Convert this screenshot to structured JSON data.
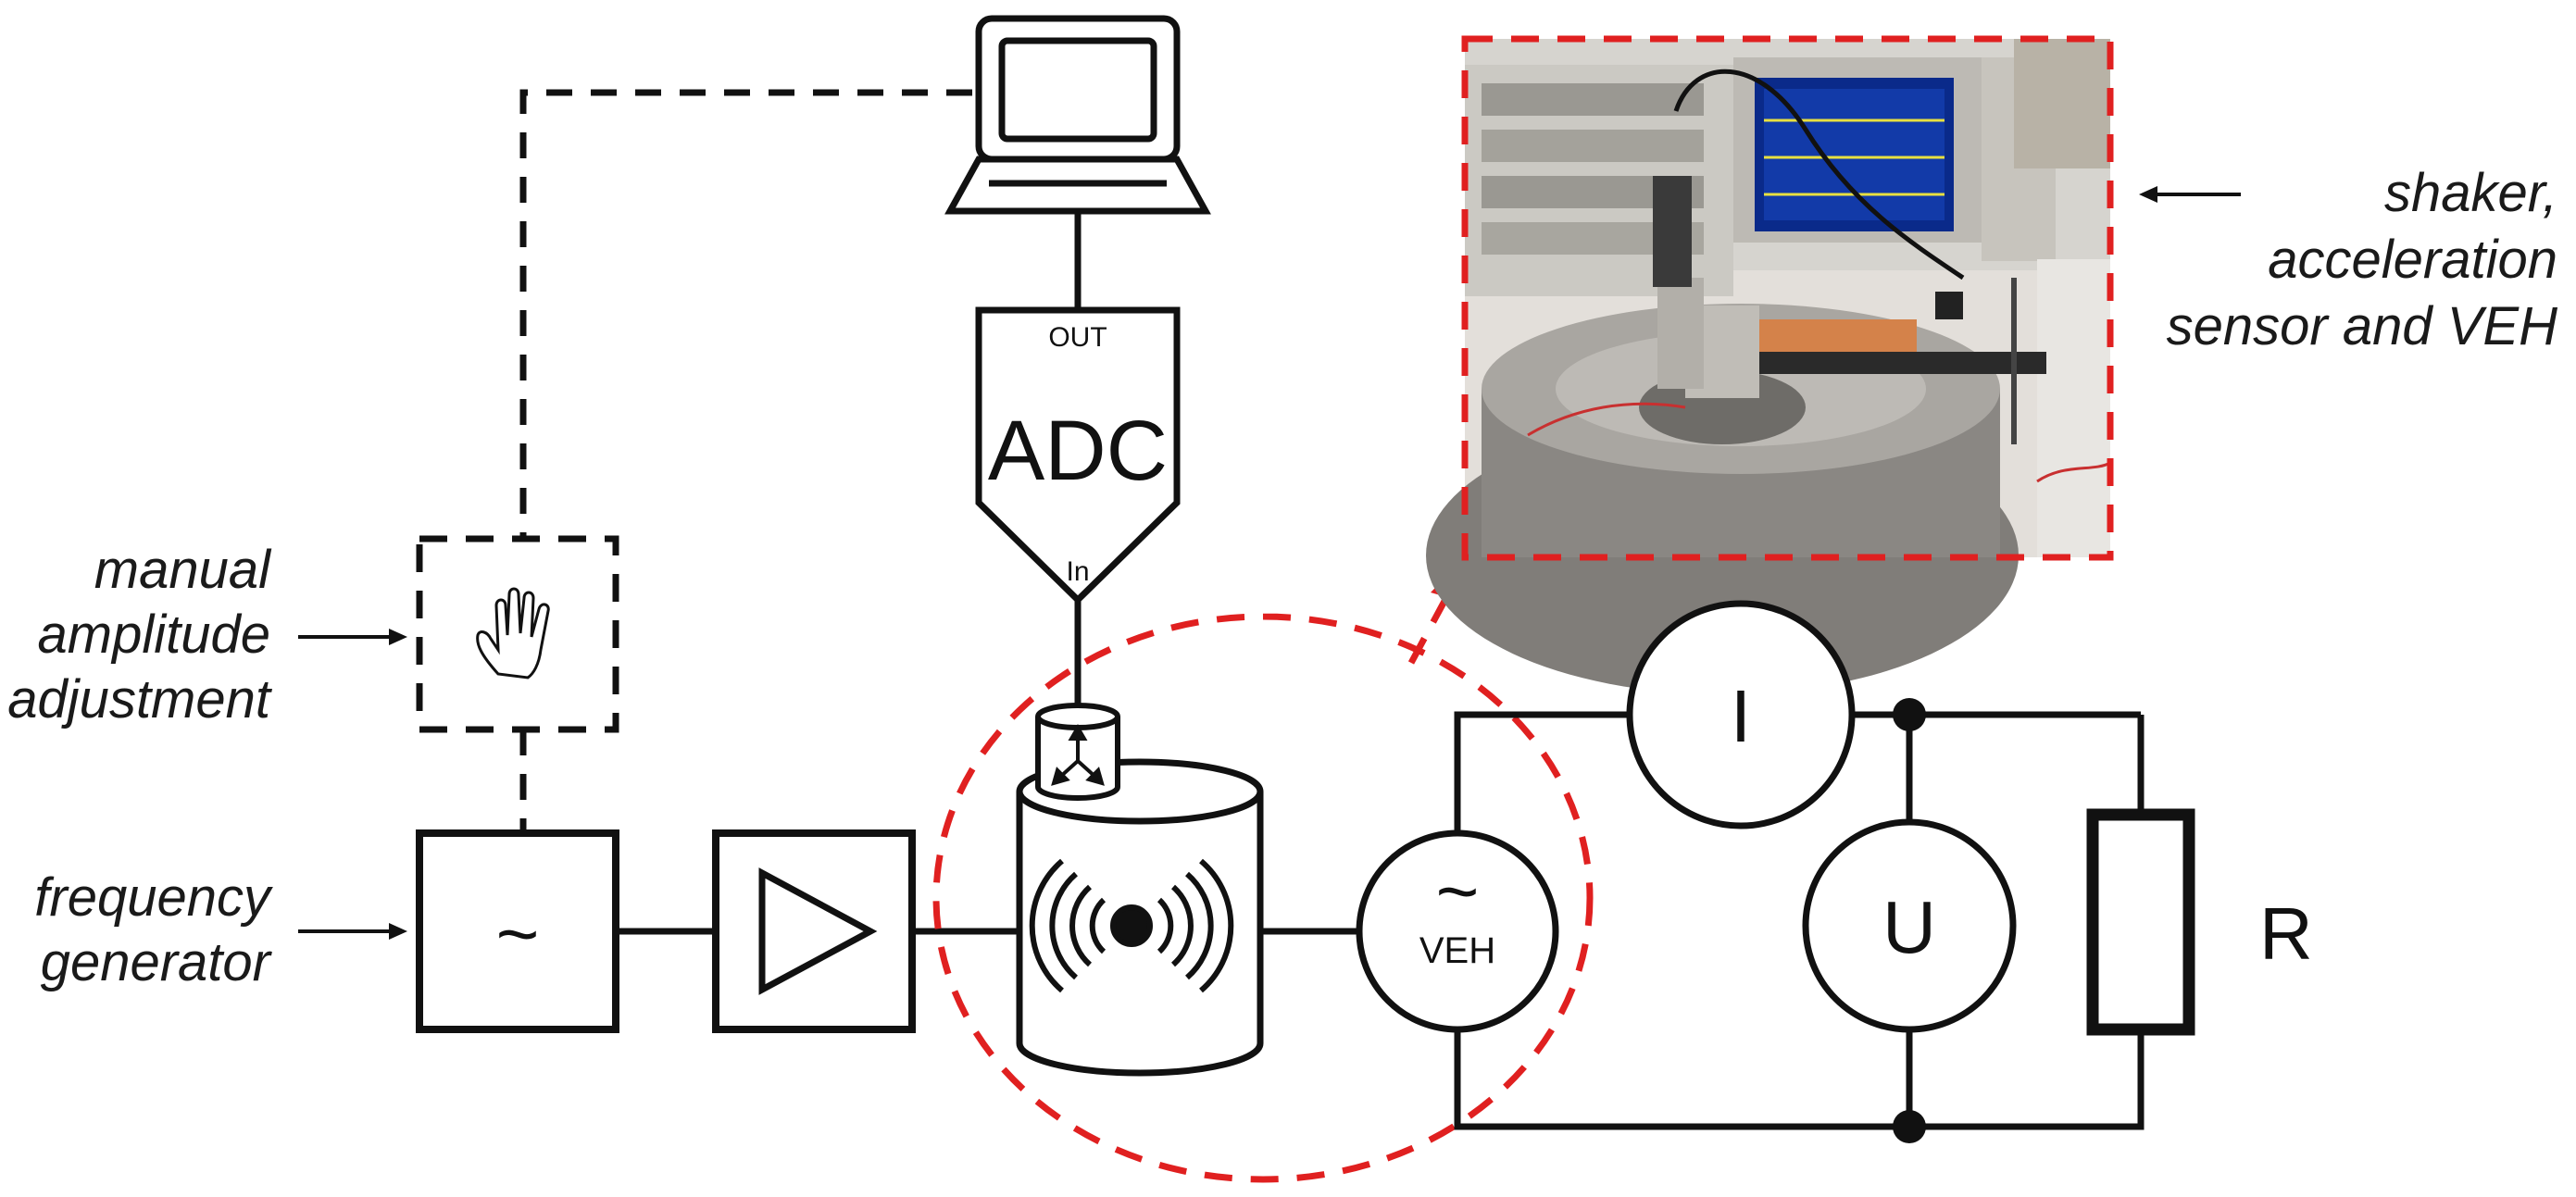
{
  "labels": {
    "manual": [
      "manual",
      "amplitude",
      "adjustment"
    ],
    "frequency": [
      "frequency",
      "generator"
    ],
    "shaker": [
      "shaker,",
      "acceleration",
      "sensor and VEH"
    ]
  },
  "components": {
    "generator_symbol": "~",
    "veh_symbol": "~",
    "veh_label": "VEH",
    "adc_label": "ADC",
    "adc_out": "OUT",
    "adc_in": "In",
    "current_meter": "I",
    "voltage_meter": "U",
    "resistor": "R"
  },
  "colors": {
    "highlight": "#e02020",
    "line": "#111111"
  }
}
